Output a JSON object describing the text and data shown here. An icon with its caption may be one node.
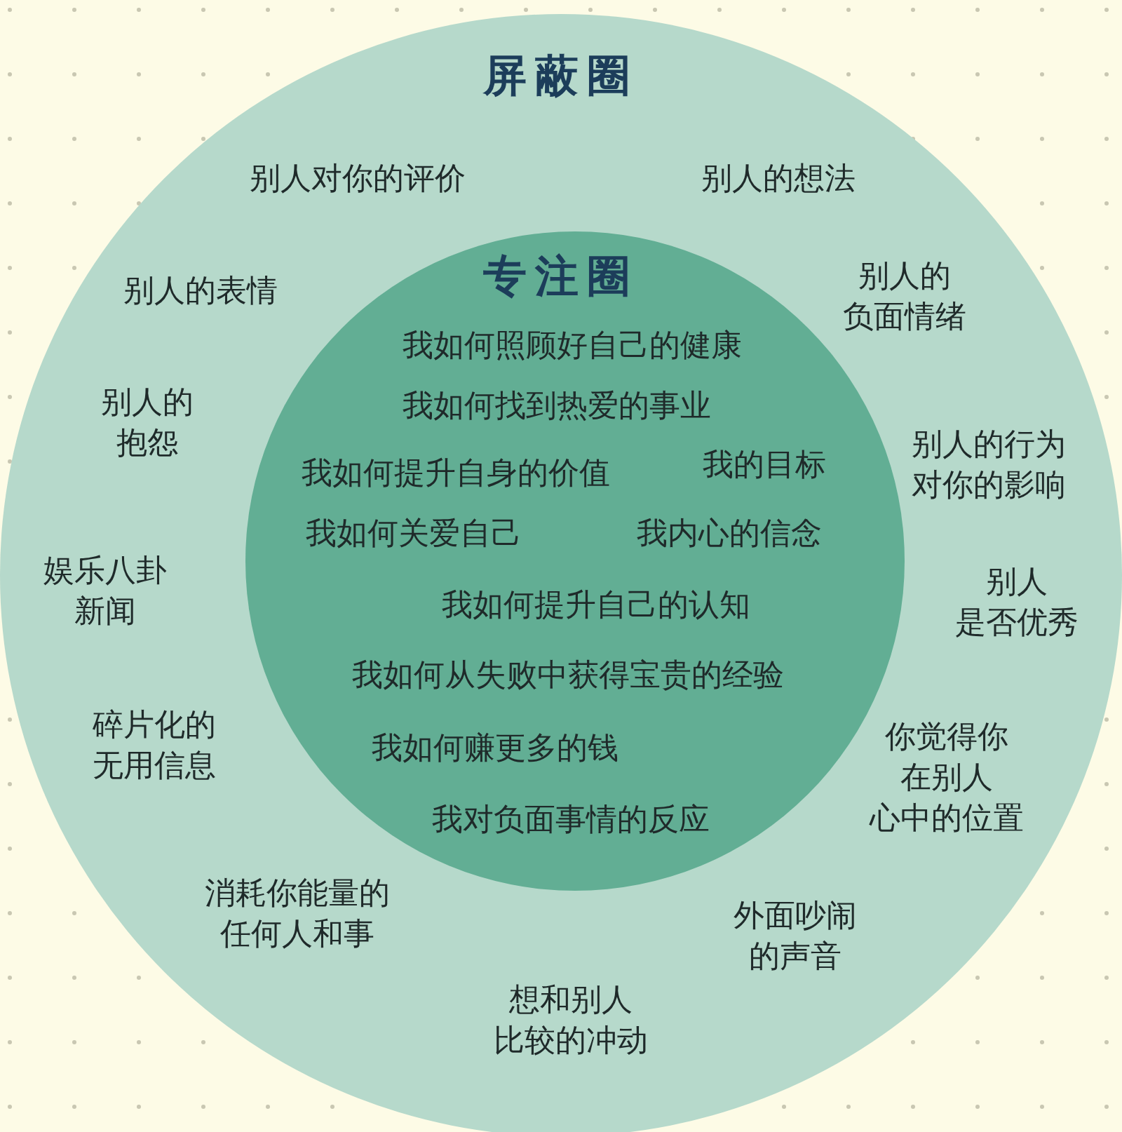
{
  "diagram": {
    "nodes": [
      {
        "text": [
          "屏蔽圈",
          "别人对你的评价",
          "别人的想法",
          "别人的表情",
          "别人的负面情绪",
          "别人的抱怨",
          "别人的行为对你的影响",
          "娱乐八卦新闻",
          "别人是否优秀",
          "碎片化的无用信息",
          "你觉得你在别人心中的位置",
          "消耗你能量的任何人和事",
          "外面吵闹的声音",
          "想和别人比较的冲动"
        ]
      },
      {
        "text": [
          "专注圈",
          "我如何照顾好自己的健康",
          "我如何找到热爱的事业",
          "我如何提升自身的价值",
          "我的目标",
          "我如何关爱自己",
          "我内心的信念",
          "我如何提升自己的认知",
          "我如何从失败中获得宝贵的经验",
          "我如何赚更多的钱",
          "我对负面事情的反应"
        ],
        "in": 0
      }
    ]
  }
}
